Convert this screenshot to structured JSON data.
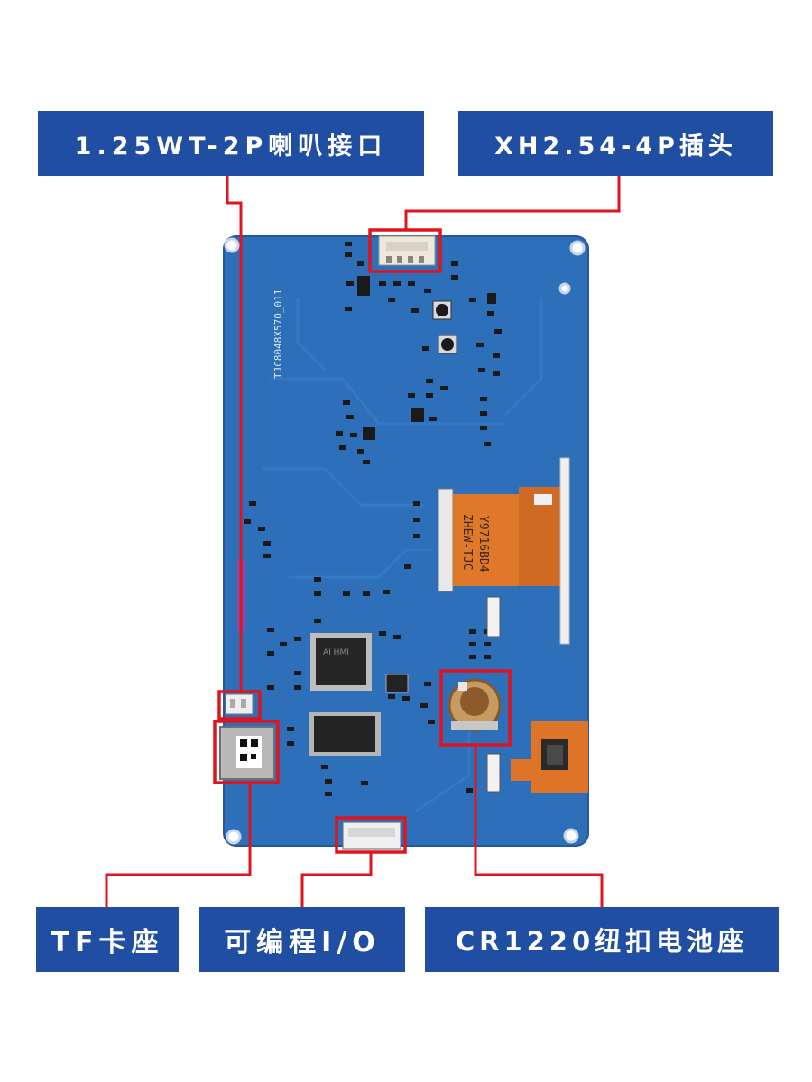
{
  "labels": {
    "speaker": "1.25WT-2P喇叭接口",
    "xh": "XH2.54-4P插头",
    "tf": "TF卡座",
    "io": "可编程I/O",
    "cr": "CR1220纽扣电池座"
  },
  "silkscreen": {
    "board_model": "TJC8048X570_011",
    "fpc_code": "Y9716BD4",
    "fpc_maker": "ZHEW-TJC",
    "chip_mark": "AI HMI"
  },
  "colors": {
    "label_bg": "#1f4ea3",
    "label_text": "#ffffff",
    "pcb": "#2d6fb8",
    "callout": "#e0141e",
    "fpc": "#e0782a"
  }
}
